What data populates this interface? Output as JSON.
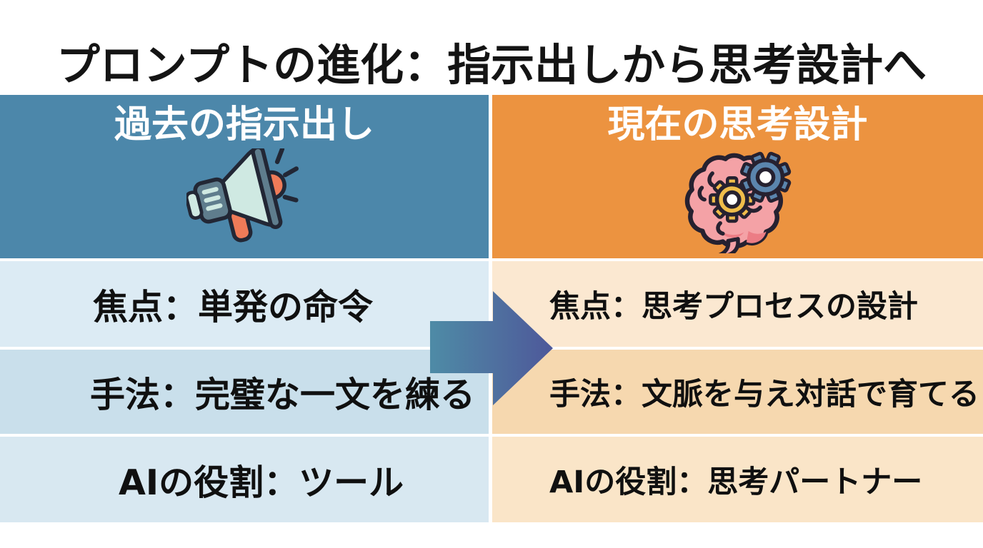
{
  "title": "プロンプトの進化：指示出しから思考設計へ",
  "columns": {
    "past": {
      "header": "過去の指示出し",
      "icon": "megaphone-icon",
      "rows": [
        "焦点：単発の命令",
        "手法：完璧な一文を練る",
        "AIの役割：ツール"
      ]
    },
    "present": {
      "header": "現在の思考設計",
      "icon": "brain-gears-icon",
      "rows": [
        "焦点：思考プロセスの設計",
        "手法：文脈を与え対話で育てる",
        "AIの役割：思考パートナー"
      ]
    }
  },
  "arrow": {
    "direction": "right",
    "gradient_start": "#4e8ba6",
    "gradient_end": "#4d589a"
  },
  "colors": {
    "past_header_bg": "#4c87aa",
    "present_header_bg": "#ec9340",
    "past_row_bgs": [
      "#dcebf4",
      "#c9dfeb",
      "#d8e8f1"
    ],
    "present_row_bgs": [
      "#fbe8d1",
      "#f6d8af",
      "#fae5c8"
    ],
    "header_text": "#ffffff",
    "body_text": "#101010",
    "title_text": "#141414",
    "megaphone_accent": "#ef7b58",
    "megaphone_horn": "#cfe9e2",
    "megaphone_body": "#5f7d8d",
    "brain_pink": "#f4a2a6",
    "gear_yellow": "#f0bd4a",
    "gear_blue": "#5b85ad"
  }
}
